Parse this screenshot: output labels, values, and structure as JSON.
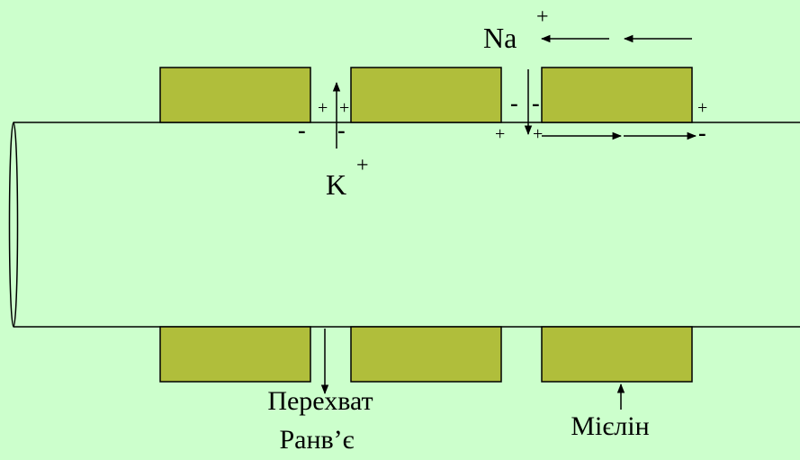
{
  "colors": {
    "background": "#ccffcc",
    "myelin_fill": "#b0be3b",
    "stroke": "#000000"
  },
  "labels": {
    "sodium": "Na",
    "sodium_charge": "+",
    "potassium": "K",
    "potassium_charge": "+",
    "node_line1": "Перехват",
    "node_line2": "Ранв’є",
    "myelin": "Мієлін"
  },
  "charges": {
    "plus": "+",
    "minus": "-"
  }
}
